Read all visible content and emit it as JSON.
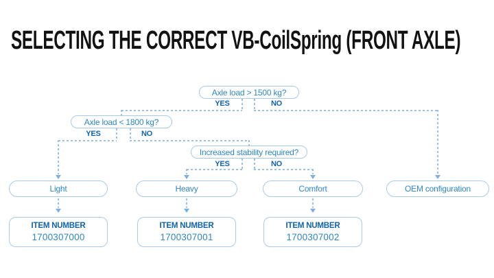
{
  "title": "SELECTING THE CORRECT VB-CoilSpring (FRONT AXLE)",
  "flowchart": {
    "questions": [
      {
        "label": "Axle load > 1500 kg?",
        "yes": "YES",
        "no": "NO"
      },
      {
        "label": "Axle load < 1800 kg?",
        "yes": "YES",
        "no": "NO"
      },
      {
        "label": "Increased stability required?",
        "yes": "YES",
        "no": "NO"
      }
    ],
    "outcomes": [
      {
        "label": "Light"
      },
      {
        "label": "Heavy"
      },
      {
        "label": "Comfort"
      },
      {
        "label": "OEM configuration"
      }
    ],
    "items": [
      {
        "header": "ITEM NUMBER",
        "number": "1700307000"
      },
      {
        "header": "ITEM NUMBER",
        "number": "1700307001"
      },
      {
        "header": "ITEM NUMBER",
        "number": "1700307002"
      }
    ],
    "colors": {
      "node_border": "#a9c9e8",
      "node_text": "#2e86c6",
      "yes_no_text": "#0f63b0",
      "item_header_text": "#0f63b0",
      "item_number_text": "#2e86c6",
      "connector": "#9cc0e4",
      "arrow": "#7fafdb",
      "title_text": "#121212",
      "background": "#ffffff"
    }
  }
}
